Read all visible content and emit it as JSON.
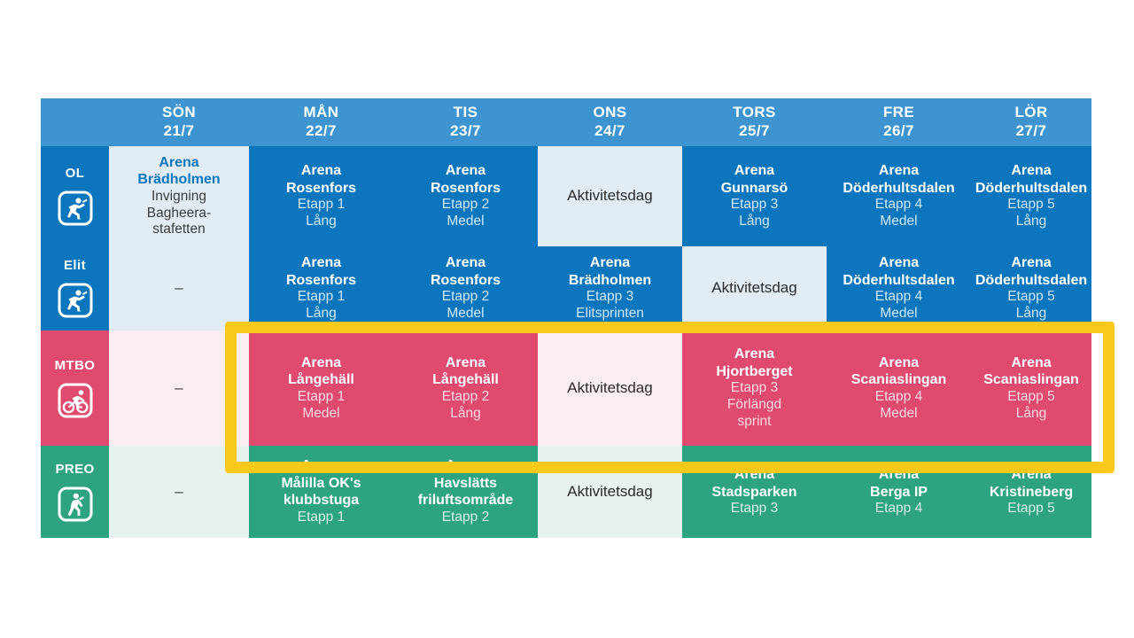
{
  "table": {
    "corner_label": "",
    "columns": [
      {
        "day": "SÖN",
        "date": "21/7"
      },
      {
        "day": "MÅN",
        "date": "22/7"
      },
      {
        "day": "TIS",
        "date": "23/7"
      },
      {
        "day": "ONS",
        "date": "24/7"
      },
      {
        "day": "TORS",
        "date": "25/7"
      },
      {
        "day": "FRE",
        "date": "26/7"
      },
      {
        "day": "LÖR",
        "date": "27/7"
      }
    ],
    "rows": [
      {
        "sport": "OL",
        "icon": "runner-icon",
        "cells": [
          {
            "venue": "Arena",
            "venue2": "Brädholmen",
            "line3": "Invigning",
            "line4": "Bagheera-",
            "line5": "stafetten",
            "style": "soft"
          },
          {
            "venue": "Arena",
            "venue2": "Rosenfors",
            "line3": "Etapp 1",
            "line4": "Lång",
            "style": "full"
          },
          {
            "venue": "Arena",
            "venue2": "Rosenfors",
            "line3": "Etapp 2",
            "line4": "Medel",
            "style": "full"
          },
          {
            "plain": "Aktivitetsdag",
            "style": "soft"
          },
          {
            "venue": "Arena",
            "venue2": "Gunnarsö",
            "line3": "Etapp 3",
            "line4": "Lång",
            "style": "full"
          },
          {
            "venue": "Arena",
            "venue2": "Döderhultsdalen",
            "line3": "Etapp 4",
            "line4": "Medel",
            "style": "full"
          },
          {
            "venue": "Arena",
            "venue2": "Döderhultsdalen",
            "line3": "Etapp 5",
            "line4": "Lång",
            "style": "full"
          }
        ]
      },
      {
        "sport": "Elit",
        "icon": "runner-icon",
        "cells": [
          {
            "dash": "–",
            "style": "soft"
          },
          {
            "venue": "Arena",
            "venue2": "Rosenfors",
            "line3": "Etapp 1",
            "line4": "Lång",
            "style": "full"
          },
          {
            "venue": "Arena",
            "venue2": "Rosenfors",
            "line3": "Etapp 2",
            "line4": "Medel",
            "style": "full"
          },
          {
            "venue": "Arena",
            "venue2": "Brädholmen",
            "line3": "Etapp 3",
            "line4": "Elitsprinten",
            "style": "full"
          },
          {
            "plain": "Aktivitetsdag",
            "style": "soft"
          },
          {
            "venue": "Arena",
            "venue2": "Döderhultsdalen",
            "line3": "Etapp 4",
            "line4": "Medel",
            "style": "full"
          },
          {
            "venue": "Arena",
            "venue2": "Döderhultsdalen",
            "line3": "Etapp 5",
            "line4": "Lång",
            "style": "full"
          }
        ]
      },
      {
        "sport": "MTBO",
        "icon": "cyclist-icon",
        "cells": [
          {
            "dash": "–",
            "style": "soft"
          },
          {
            "venue": "Arena",
            "venue2": "Långehäll",
            "line3": "Etapp 1",
            "line4": "Medel",
            "style": "full"
          },
          {
            "venue": "Arena",
            "venue2": "Långehäll",
            "line3": "Etapp 2",
            "line4": "Lång",
            "style": "full"
          },
          {
            "plain": "Aktivitetsdag",
            "style": "soft"
          },
          {
            "venue": "Arena",
            "venue2": "Hjortberget",
            "line3": "Etapp 3",
            "line4": "Förlängd",
            "line5": "sprint",
            "style": "full"
          },
          {
            "venue": "Arena",
            "venue2": "Scaniaslingan",
            "line3": "Etapp 4",
            "line4": "Medel",
            "style": "full"
          },
          {
            "venue": "Arena",
            "venue2": "Scaniaslingan",
            "line3": "Etapp 5",
            "line4": "Lång",
            "style": "full"
          }
        ]
      },
      {
        "sport": "PREO",
        "icon": "walker-icon",
        "cells": [
          {
            "dash": "–",
            "style": "soft"
          },
          {
            "venue": "Arena",
            "venue2": "Målilla OK's",
            "venue3": "klubbstuga",
            "line3": "Etapp 1",
            "style": "full"
          },
          {
            "venue": "Arena",
            "venue2": "Havslätts",
            "venue3": "friluftsområde",
            "line3": "Etapp 2",
            "style": "full"
          },
          {
            "plain": "Aktivitetsdag",
            "style": "soft"
          },
          {
            "venue": "Arena",
            "venue2": "Stadsparken",
            "line3": "Etapp 3",
            "style": "full"
          },
          {
            "venue": "Arena",
            "venue2": "Berga IP",
            "line3": "Etapp 4",
            "style": "full"
          },
          {
            "venue": "Arena",
            "venue2": "Kristineberg",
            "line3": "Etapp 5",
            "style": "full"
          }
        ]
      }
    ]
  },
  "highlight": {
    "name": "mtbo-row-highlight",
    "color": "#fbc91c"
  },
  "colors": {
    "header_blue": "#3d94d1",
    "ol_blue": "#0b76bd",
    "mtbo_pink": "#e04a6e",
    "preo_green": "#2ea382",
    "highlight_yellow": "#fbc91c"
  }
}
